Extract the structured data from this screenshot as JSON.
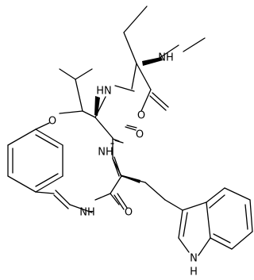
{
  "atoms": {
    "methyl_nh": "NH",
    "amide_nh": "HN",
    "ether_o": "O",
    "carbonyl_o_side": "O",
    "carbonyl_o_upper": "O",
    "ring_nh_upper": "NH",
    "ring_nh_lower": "NH",
    "carbonyl_o_lower": "O",
    "indole_nh": "N",
    "indole_h": "H"
  },
  "colors": {
    "bond": "#000000",
    "background": "#ffffff"
  }
}
